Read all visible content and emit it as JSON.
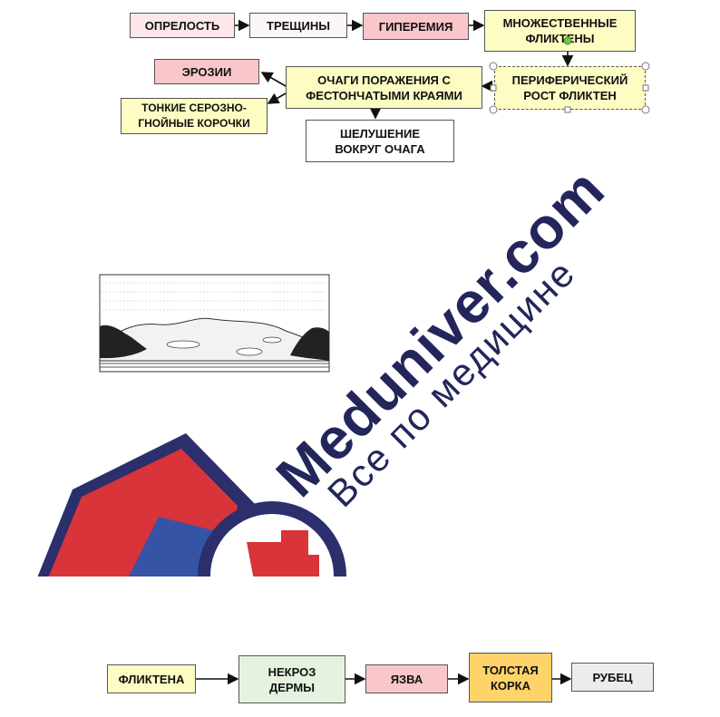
{
  "top_flow": {
    "opreлost": "ОПРЕЛОСТЬ",
    "cracks": "ТРЕЩИНЫ",
    "hyperemia": "ГИПЕРЕМИЯ",
    "phlyctens": "МНОЖЕСТВЕННЫЕ\nФЛИКТЕНЫ",
    "peripheral": "ПЕРИФЕРИЧЕСКИЙ\nРОСТ ФЛИКТЕН",
    "foci": "ОЧАГИ ПОРАЖЕНИЯ С\nФЕСТОНЧАТЫМИ КРАЯМИ",
    "erosions": "ЭРОЗИИ",
    "crusts": "ТОНКИЕ СЕРОЗНО-\nГНОЙНЫЕ КОРОЧКИ",
    "peeling": "ШЕЛУШЕНИЕ\nВОКРУГ ОЧАГА"
  },
  "bottom_flow": {
    "phlyctena": "ФЛИКТЕНА",
    "necrosis": "НЕКРОЗ\nДЕРМЫ",
    "ulcer": "ЯЗВА",
    "crust": "ТОЛСТАЯ\nКОРКА",
    "scar": "РУБЕЦ"
  },
  "watermark": {
    "brand": "Meduniver.com",
    "tagline": "Все по медицине"
  },
  "colors": {
    "pink": "#fde7ea",
    "light": "#fdf6f6",
    "salmon": "#f9c6ca",
    "yellow": "#fdfcc3",
    "green": "#e5f2df",
    "orange": "#fdd36a",
    "gray": "#ececec",
    "navy": "#22265a",
    "red": "#d8343a",
    "blue": "#3654a6"
  }
}
